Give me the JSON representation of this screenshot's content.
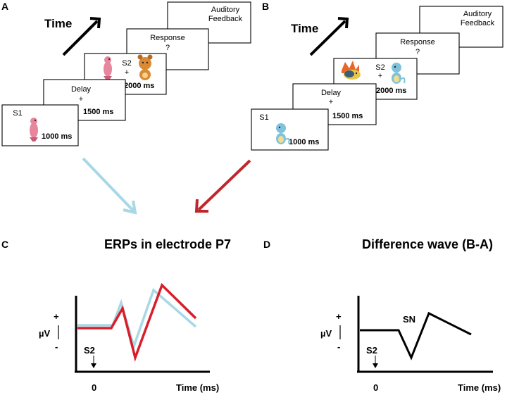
{
  "panel_a": {
    "label": "A",
    "time_label": "Time",
    "s1": {
      "label": "S1",
      "duration": "1000 ms"
    },
    "delay": {
      "label": "Delay",
      "symbol": "+",
      "duration": "1500 ms"
    },
    "s2": {
      "label": "S2",
      "symbol": "+",
      "duration": "2000 ms"
    },
    "response": {
      "label": "Response",
      "symbol": "?"
    },
    "feedback": {
      "line1": "Auditory",
      "line2": "Feedback"
    }
  },
  "panel_b": {
    "label": "B",
    "time_label": "Time",
    "s1": {
      "label": "S1",
      "duration": "1000 ms"
    },
    "delay": {
      "label": "Delay",
      "symbol": "+",
      "duration": "1500 ms"
    },
    "s2": {
      "label": "S2",
      "symbol": "+",
      "duration": "2000 ms"
    },
    "response": {
      "label": "Response",
      "symbol": "?"
    },
    "feedback": {
      "line1": "Auditory",
      "line2": "Feedback"
    }
  },
  "arrows": {
    "a_color": "#a8d8e6",
    "b_color": "#c0272d"
  },
  "panel_c": {
    "label": "C",
    "title": "ERPs in electrode P7",
    "plus": "+",
    "minus": "-",
    "unit": "µV",
    "marker": "S2",
    "zero": "0",
    "xlabel": "Time (ms)",
    "condition_a_color": "#a8d8e6",
    "condition_b_color": "#d81e2a"
  },
  "panel_d": {
    "label": "D",
    "title": "Difference wave (B-A)",
    "plus": "+",
    "minus": "-",
    "unit": "µV",
    "marker": "S2",
    "zero": "0",
    "xlabel": "Time (ms)",
    "component": "SN",
    "wave_color": "#000000"
  }
}
